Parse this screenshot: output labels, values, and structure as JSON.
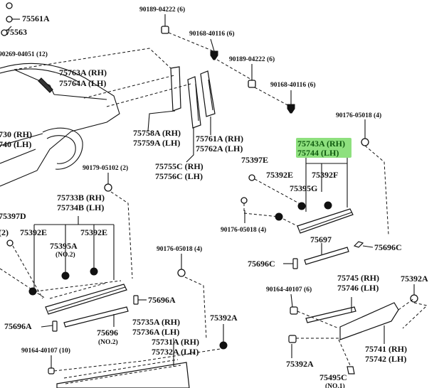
{
  "highlight_color": "#8ee07e",
  "labels": {
    "l75561a": "75561A",
    "l75563": "75563",
    "l90269_04051": "90269-04051 (12)",
    "l75763a": "75763A (RH)",
    "l75764a": "75764A (LH)",
    "l730rh": "730 (RH)",
    "l740lh": "740 (LH)",
    "l90189_04222_a": "90189-04222 (6)",
    "l90168_40116_a": "90168-40116 (6)",
    "l90189_04222_b": "90189-04222 (6)",
    "l90168_40116_b": "90168-40116 (6)",
    "l75758a": "75758A (RH)",
    "l75759a": "75759A (LH)",
    "l75761a": "75761A (RH)",
    "l75762a": "75762A (LH)",
    "l75755c": "75755C (RH)",
    "l75756c": "75756C (LH)",
    "l90176_05018_a": "90176-05018 (4)",
    "l75743a": "75743A (RH)",
    "l75744": "75744 (LH)",
    "l75397e": "75397E",
    "l75392e_r": "75392E",
    "l75392f": "75392F",
    "l75395g": "75395G",
    "l90176_05018_b": "90176-05018 (4)",
    "l90179_05102": "90179-05102 (2)",
    "l75733b": "75733B (RH)",
    "l75734b": "75734B (LH)",
    "l75397d": "75397D",
    "l2": "(2)",
    "l75392e_l1": "75392E",
    "l75392e_l2": "75392E",
    "l75395a": "75395A",
    "lno2_a": "(NO.2)",
    "l75697": "75697",
    "l75696c_r": "75696C",
    "l75696c_l": "75696C",
    "l90176_05018_c": "90176-05018 (4)",
    "l75696a_r": "75696A",
    "l75696a_l": "75696A",
    "l75696": "75696",
    "lno2_b": "(NO.2)",
    "l75745": "75745 (RH)",
    "l75746": "75746 (LH)",
    "l75392a_r": "75392A",
    "l90164_40107_a": "90164-40107 (6)",
    "l75735a": "75735A (RH)",
    "l75736a": "75736A (LH)",
    "l75392a_m": "75392A",
    "l75731a": "75731A (RH)",
    "l75732a": "75732A (LH)",
    "l90164_40107_b": "90164-40107 (10)",
    "l75741": "75741 (RH)",
    "l75742": "75742 (LH)",
    "l75392a_b": "75392A",
    "l75495c": "75495C",
    "lno1": "(NO.1)"
  }
}
